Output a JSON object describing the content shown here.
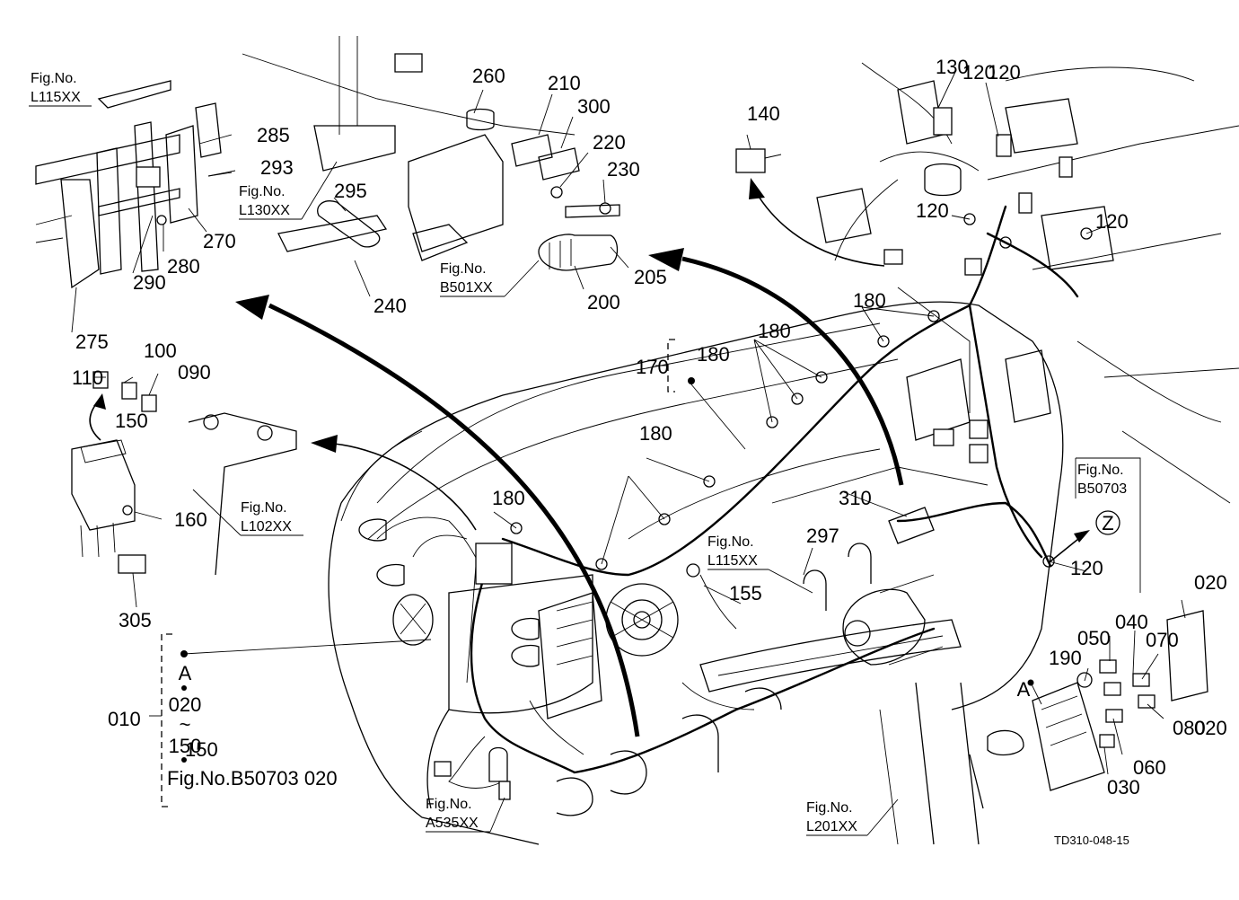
{
  "diagram": {
    "code": "TD310-048-15",
    "part_labels": [
      "010",
      "020",
      "020",
      "030",
      "040",
      "050",
      "060",
      "070",
      "080",
      "090",
      "100",
      "110",
      "120",
      "120",
      "120",
      "120",
      "120",
      "130",
      "140",
      "150",
      "150",
      "155",
      "160",
      "170",
      "180",
      "180",
      "180",
      "180",
      "180",
      "190",
      "200",
      "205",
      "210",
      "220",
      "230",
      "240",
      "260",
      "270",
      "275",
      "280",
      "285",
      "290",
      "293",
      "295",
      "297",
      "300",
      "305",
      "310"
    ],
    "fig_refs": [
      {
        "title": "Fig.No.",
        "number": "L115XX"
      },
      {
        "title": "Fig.No.",
        "number": "L130XX"
      },
      {
        "title": "Fig.No.",
        "number": "B501XX"
      },
      {
        "title": "Fig.No.",
        "number": "L102XX"
      },
      {
        "title": "Fig.No.",
        "number": "L115XX"
      },
      {
        "title": "Fig.No.",
        "number": "B50703"
      },
      {
        "title": "Fig.No.",
        "number": "A535XX"
      },
      {
        "title": "Fig.No.",
        "number": "L201XX"
      }
    ],
    "callout_A": "A",
    "callout_Z": "Z",
    "group_A_letter": "A",
    "group_from": "020",
    "group_tilde": "~",
    "group_to": "150",
    "group_note": "Fig.No.B50703  020"
  },
  "colors": {
    "line": "#000000",
    "background": "#ffffff"
  }
}
